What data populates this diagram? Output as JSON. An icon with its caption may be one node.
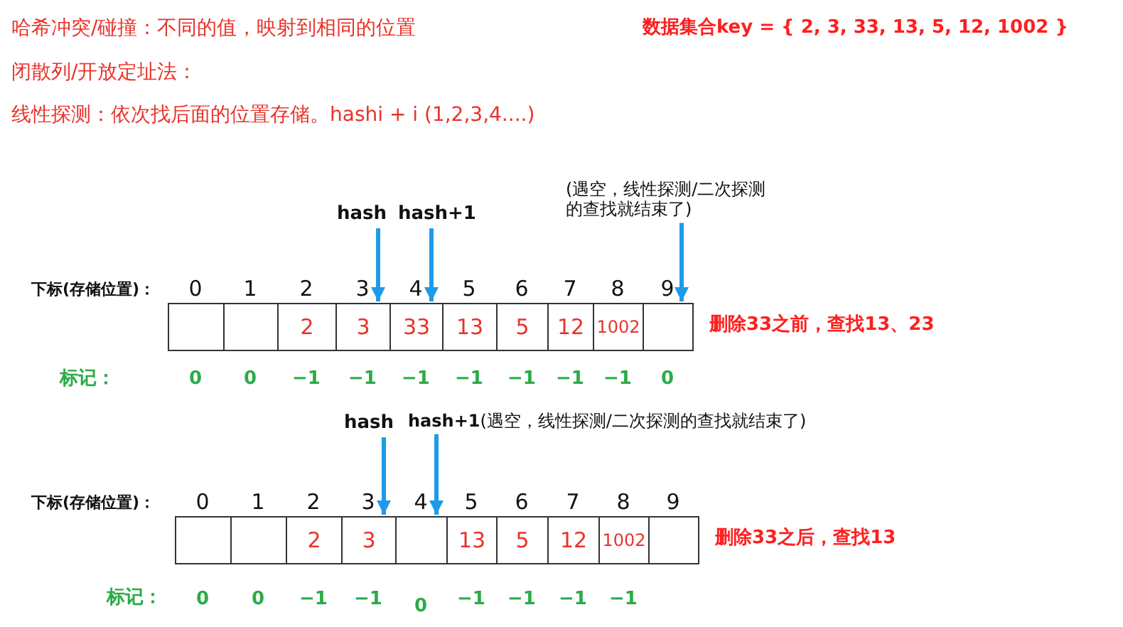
{
  "diagram": {
    "nodes": [
      {
        "text": [
          "hash"
        ]
      },
      {
        "text": [
          "hash+1"
        ]
      },
      {
        "text": [
          "(遇空，线性探测/二次探测的查找就结束了)"
        ]
      },
      {
        "text": [],
        "shape": "box"
      },
      {
        "text": [],
        "shape": "box"
      },
      {
        "text": [
          "2"
        ]
      },
      {
        "text": [
          "3"
        ]
      },
      {
        "text": [
          "33"
        ]
      },
      {
        "text": [
          "13"
        ]
      },
      {
        "text": [
          "5"
        ]
      },
      {
        "text": [
          "12"
        ]
      },
      {
        "text": [
          "1002"
        ]
      },
      {
        "text": [],
        "shape": "box",
        "beside": [
          "删除33之前，查找13、23"
        ]
      },
      {
        "text": [
          "hash"
        ]
      },
      {
        "text": [
          "**hash+1**(遇空，线性探测/二次探测的查找就结束了)"
        ]
      },
      {
        "text": [],
        "shape": "box"
      },
      {
        "text": [],
        "shape": "box"
      },
      {
        "text": [
          "2"
        ]
      },
      {
        "text": [
          "3"
        ]
      },
      {
        "text": [],
        "shape": "box"
      },
      {
        "text": [
          "13"
        ]
      },
      {
        "text": [
          "5"
        ]
      },
      {
        "text": [
          "12"
        ]
      },
      {
        "text": [
          "1002"
        ]
      },
      {
        "text": [],
        "shape": "box",
        "beside": [
          "删除33之后，查找13"
        ]
      }
    ],
    "edges": [
      {
        "from": 0,
        "to": 6,
        "arrow": "to"
      },
      {
        "from": 1,
        "to": 7,
        "arrow": "to"
      },
      {
        "from": 2,
        "to": 12,
        "arrow": "to"
      },
      {
        "from": 13,
        "to": 18,
        "arrow": "to"
      },
      {
        "from": 14,
        "to": 19,
        "arrow": "to"
      }
    ],
    "labels": [
      "哈希冲突/碰撞：不同的值，映射到相同的位置",
      "数据集合key = { 2, 3, 33, 13, 5, 12, 1002 }",
      "闭散列/开放定址法：",
      "线性探测：依次找后面的位置存储。hashi + i (1,2,3,4....)",
      "下标(存储位置)：",
      "0",
      "1",
      "2",
      "3",
      "4",
      "5",
      "6",
      "7",
      "8",
      "9",
      "标记：",
      "0",
      "0",
      "−1",
      "−1",
      "−1",
      "−1",
      "−1",
      "−1",
      "−1",
      "0",
      "下标(存储位置)：",
      "0",
      "1",
      "2",
      "3",
      "4",
      "5",
      "6",
      "7",
      "8",
      "9",
      "标记：",
      "0",
      "0",
      "−1",
      "−1",
      "0",
      "−1",
      "−1",
      "−1",
      "−1"
    ]
  }
}
